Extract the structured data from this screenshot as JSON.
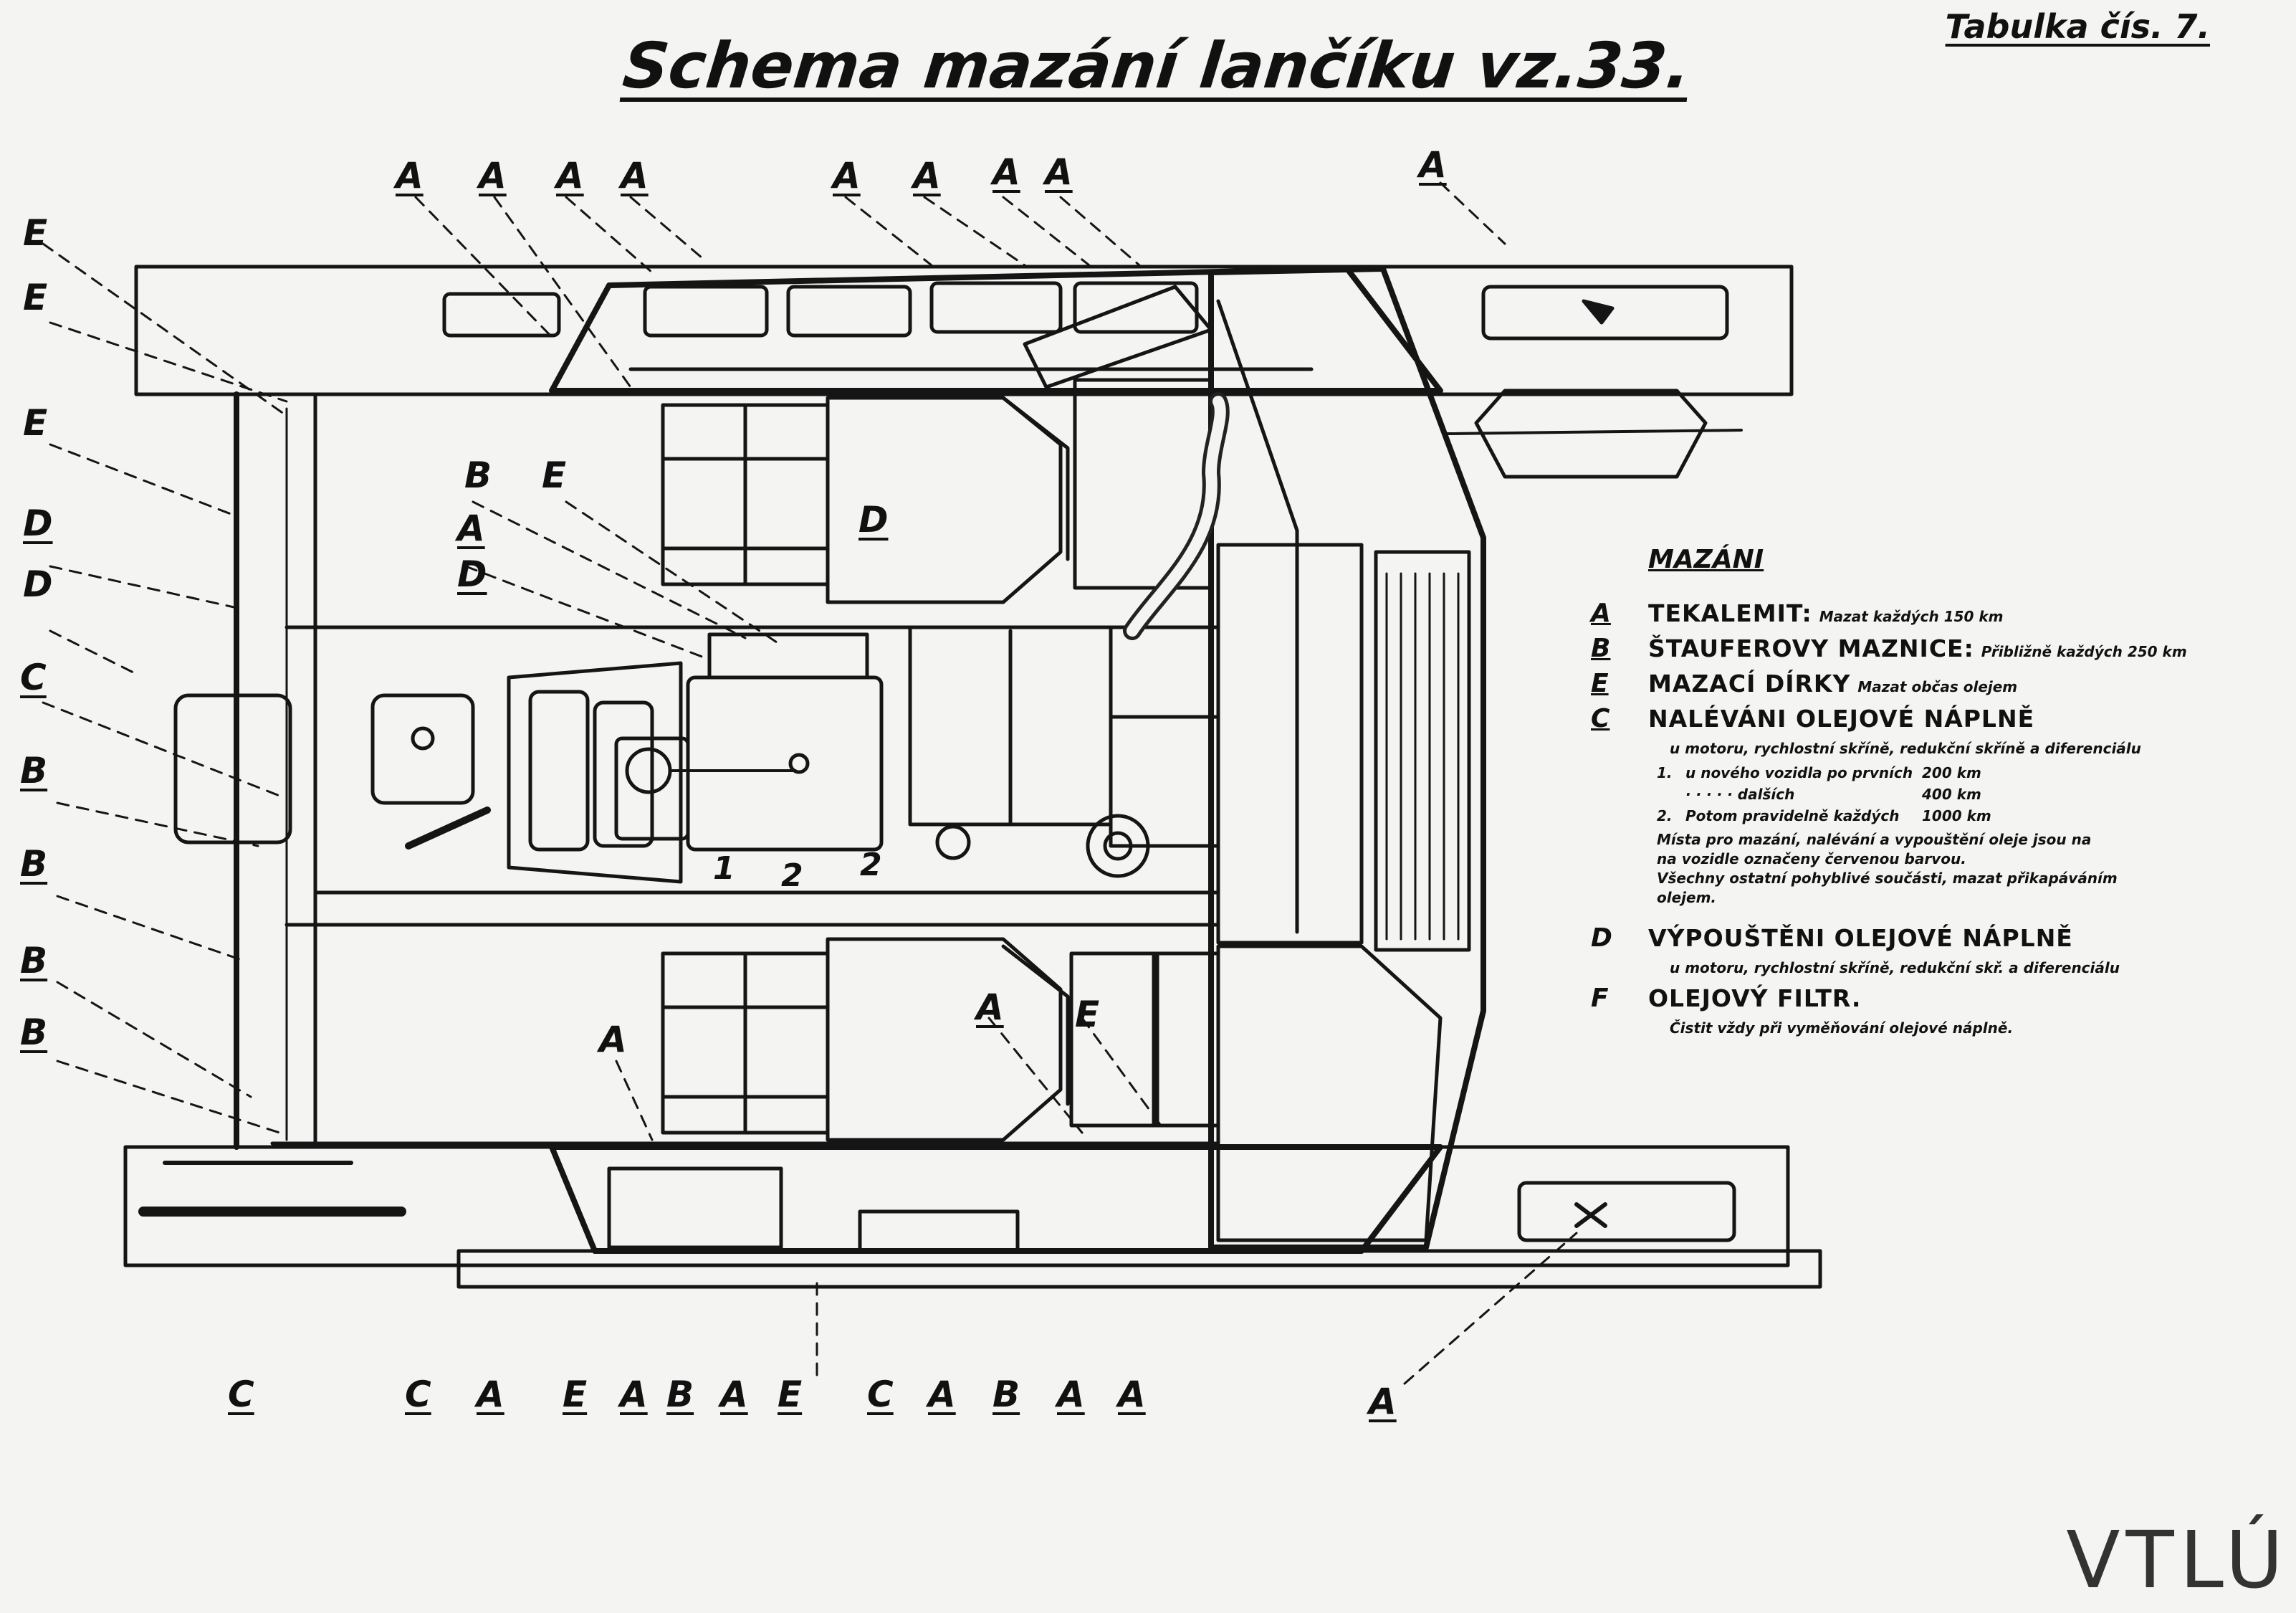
{
  "title": "Schema mazání lančíku vz.33.",
  "plate": "Tabulka čís. 7.",
  "stamp": "VTLÚ",
  "callouts": {
    "top": [
      "A",
      "A",
      "A",
      "A",
      "A",
      "A",
      "A",
      "A",
      "A"
    ],
    "left": [
      "E",
      "E",
      "E",
      "D",
      "D",
      "C",
      "B",
      "B",
      "B",
      "B"
    ],
    "bottom": [
      "C",
      "C",
      "A",
      "E",
      "A",
      "B",
      "A",
      "E",
      "C",
      "A",
      "B",
      "A",
      "A",
      "A"
    ],
    "inner": [
      "B",
      "E",
      "A",
      "D",
      "D",
      "A",
      "E",
      "A"
    ],
    "small_numbers": [
      "1",
      "2",
      "2"
    ]
  },
  "legend": {
    "heading": "MAZÁNI",
    "entries": [
      {
        "key": "A",
        "name": "TEKALEMIT:",
        "note": "Mazat každých 150 km"
      },
      {
        "key": "B",
        "name": "ŠTAUFEROVY MAZNICE:",
        "note": "Přibližně každých 250 km"
      },
      {
        "key": "E",
        "name": "MAZACÍ DÍRKY",
        "note": "Mazat občas olejem"
      },
      {
        "key": "C",
        "name": "NALÉVÁNI OLEJOVÉ NÁPLNĚ",
        "note": ""
      }
    ],
    "c_subtext": "u motoru, rychlostní skříně, redukční skříně a diferenciálu",
    "c_schedule": [
      {
        "k": "1.",
        "t": "u nového vozidla po prvních",
        "v": "200 km"
      },
      {
        "k": "",
        "t": "·  ·  ·  ·  ·  dalších",
        "v": "400 km"
      },
      {
        "k": "2.",
        "t": "Potom pravidelně každých",
        "v": "1000 km"
      }
    ],
    "c_notes": [
      "Místa pro mazání, nalévání a vypouštění oleje jsou na",
      "na vozidle označeny červenou barvou.",
      "Všechny ostatní pohyblivé součásti, mazat přikapáváním",
      "olejem."
    ],
    "d": {
      "key": "D",
      "name": "VÝPOUŠTĚNI OLEJOVÉ NÁPLNĚ",
      "sub": "u motoru, rychlostní skříně, redukční skř. a diferenciálu"
    },
    "f": {
      "key": "F",
      "name": "OLEJOVÝ FILTR.",
      "sub": "Čistit vždy při vyměňování olejové náplně."
    }
  }
}
